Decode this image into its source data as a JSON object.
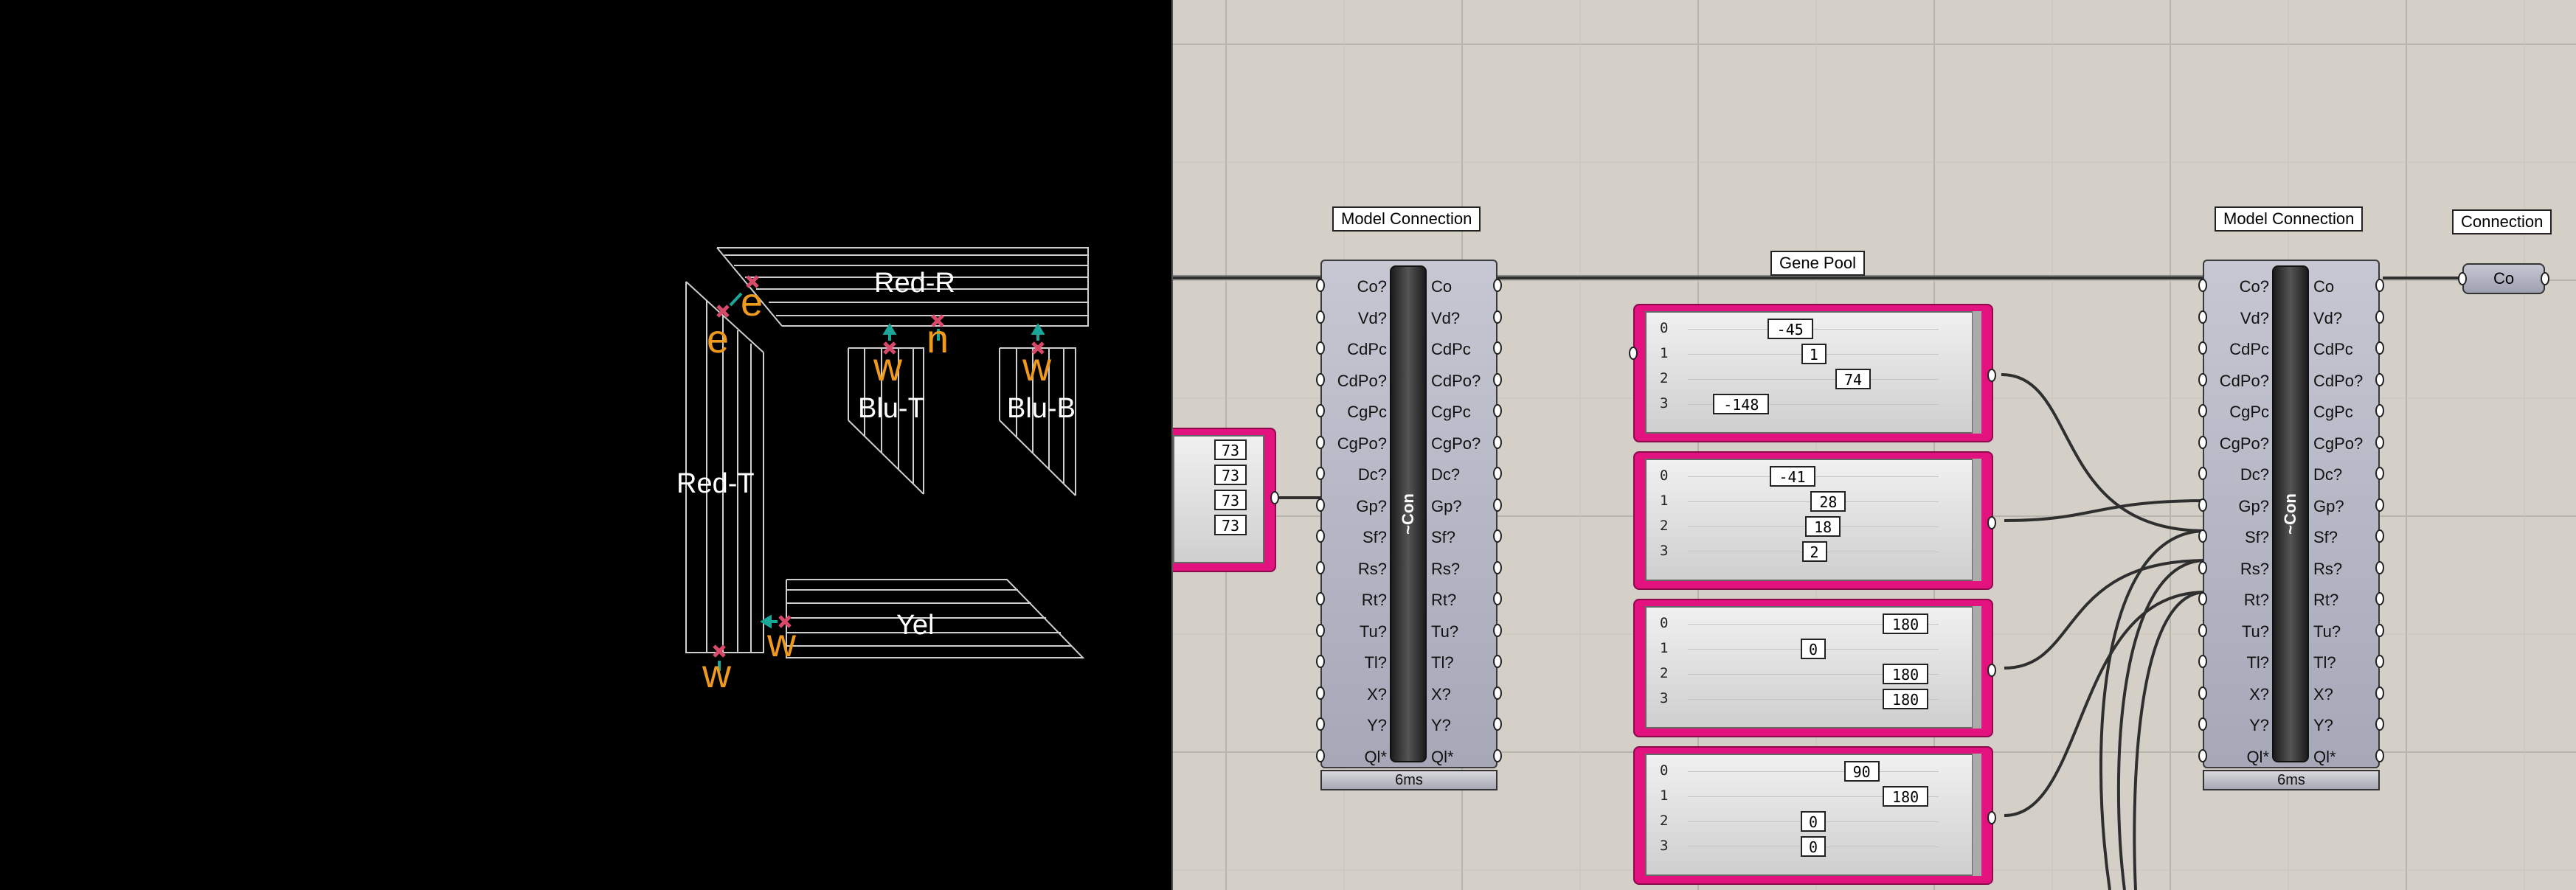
{
  "viewport": {
    "parts": [
      "Red-R",
      "Red-T",
      "Blu-T",
      "Blu-B",
      "Yel"
    ],
    "markers": [
      "e",
      "e",
      "n",
      "w",
      "w",
      "w",
      "w"
    ]
  },
  "canvas": {
    "model_connection_left": {
      "title": "Model Connection",
      "core": "~Con",
      "timing": "6ms",
      "inputs": [
        "Co?",
        "Vd?",
        "CdPc",
        "CdPo?",
        "CgPc",
        "CgPo?",
        "Dc?",
        "Gp?",
        "Sf?",
        "Rs?",
        "Rt?",
        "Tu?",
        "Tl?",
        "X?",
        "Y?",
        "Ql*"
      ],
      "outputs": [
        "Co",
        "Vd?",
        "CdPc",
        "CdPo?",
        "CgPc",
        "CgPo?",
        "Dc?",
        "Gp?",
        "Sf?",
        "Rs?",
        "Rt?",
        "Tu?",
        "Tl?",
        "X?",
        "Y?",
        "Ql*"
      ]
    },
    "model_connection_right": {
      "title": "Model Connection",
      "core": "~Con",
      "timing": "6ms",
      "inputs": [
        "Co?",
        "Vd?",
        "CdPc",
        "CdPo?",
        "CgPc",
        "CgPo?",
        "Dc?",
        "Gp?",
        "Sf?",
        "Rs?",
        "Rt?",
        "Tu?",
        "Tl?",
        "X?",
        "Y?",
        "Ql*"
      ],
      "outputs": [
        "Co",
        "Vd?",
        "CdPc",
        "CdPo?",
        "CgPc",
        "CgPo?",
        "Dc?",
        "Gp?",
        "Sf?",
        "Rs?",
        "Rt?",
        "Tu?",
        "Tl?",
        "X?",
        "Y?",
        "Ql*"
      ]
    },
    "connection_param": {
      "title": "Connection",
      "label": "Co"
    },
    "partial_pool": {
      "values": [
        "73",
        "73",
        "73",
        "73"
      ]
    },
    "gene_pool": {
      "title": "Gene Pool",
      "pools": [
        {
          "indices": [
            "0",
            "1",
            "2",
            "3"
          ],
          "values": [
            -45,
            1,
            74,
            -148
          ]
        },
        {
          "indices": [
            "0",
            "1",
            "2",
            "3"
          ],
          "values": [
            -41,
            28,
            18,
            2
          ]
        },
        {
          "indices": [
            "0",
            "1",
            "2",
            "3"
          ],
          "values": [
            180,
            0,
            180,
            180
          ]
        },
        {
          "indices": [
            "0",
            "1",
            "2",
            "3"
          ],
          "values": [
            90,
            180,
            0,
            0
          ]
        }
      ]
    }
  }
}
